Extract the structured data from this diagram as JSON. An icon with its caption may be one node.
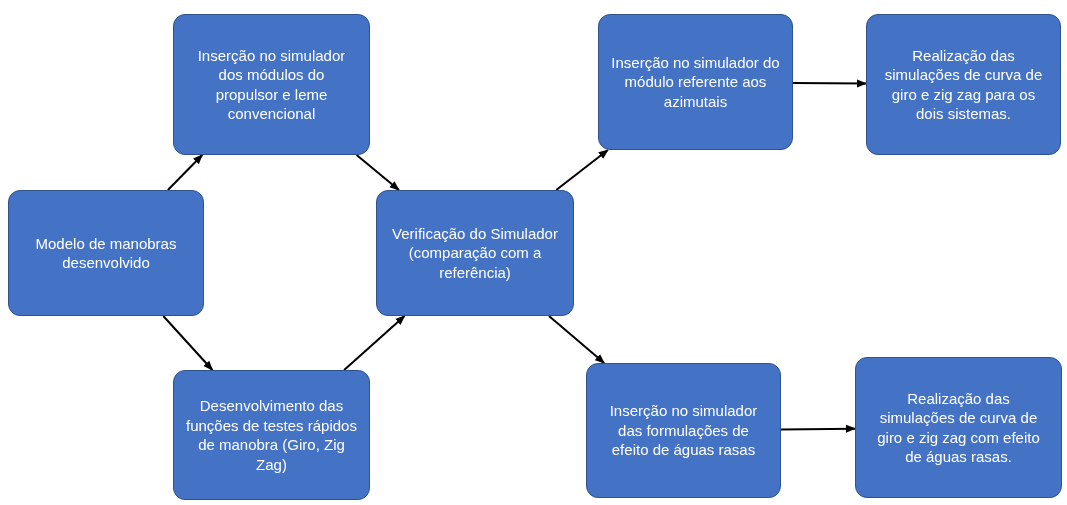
{
  "diagram": {
    "nodes": [
      {
        "text": [
          "Modelo de manobras desenvolvido"
        ]
      },
      {
        "text": [
          "Inserção no simulador dos módulos do propulsor e leme convencional"
        ]
      },
      {
        "text": [
          "Desenvolvimento das funções de testes rápidos de manobra (Giro, Zig Zag)"
        ]
      },
      {
        "text": [
          "Verificação do Simulador (comparação com a referência)"
        ]
      },
      {
        "text": [
          "Inserção no simulador do módulo referente aos azimutais"
        ]
      },
      {
        "text": [
          "Realização das simulações de curva de giro e zig zag para os dois sistemas."
        ]
      },
      {
        "text": [
          "Inserção no simulador das formulações de efeito de águas rasas"
        ]
      },
      {
        "text": [
          "Realização das simulações de curva de giro e zig zag com efeito de águas rasas."
        ]
      }
    ],
    "edges": [
      {
        "from": 0,
        "to": 1,
        "arrow": "to"
      },
      {
        "from": 0,
        "to": 2,
        "arrow": "to"
      },
      {
        "from": 1,
        "to": 3,
        "arrow": "to"
      },
      {
        "from": 2,
        "to": 3,
        "arrow": "to"
      },
      {
        "from": 3,
        "to": 4,
        "arrow": "to"
      },
      {
        "from": 3,
        "to": 6,
        "arrow": "to"
      },
      {
        "from": 4,
        "to": 5,
        "arrow": "to"
      },
      {
        "from": 6,
        "to": 7,
        "arrow": "to"
      }
    ]
  }
}
